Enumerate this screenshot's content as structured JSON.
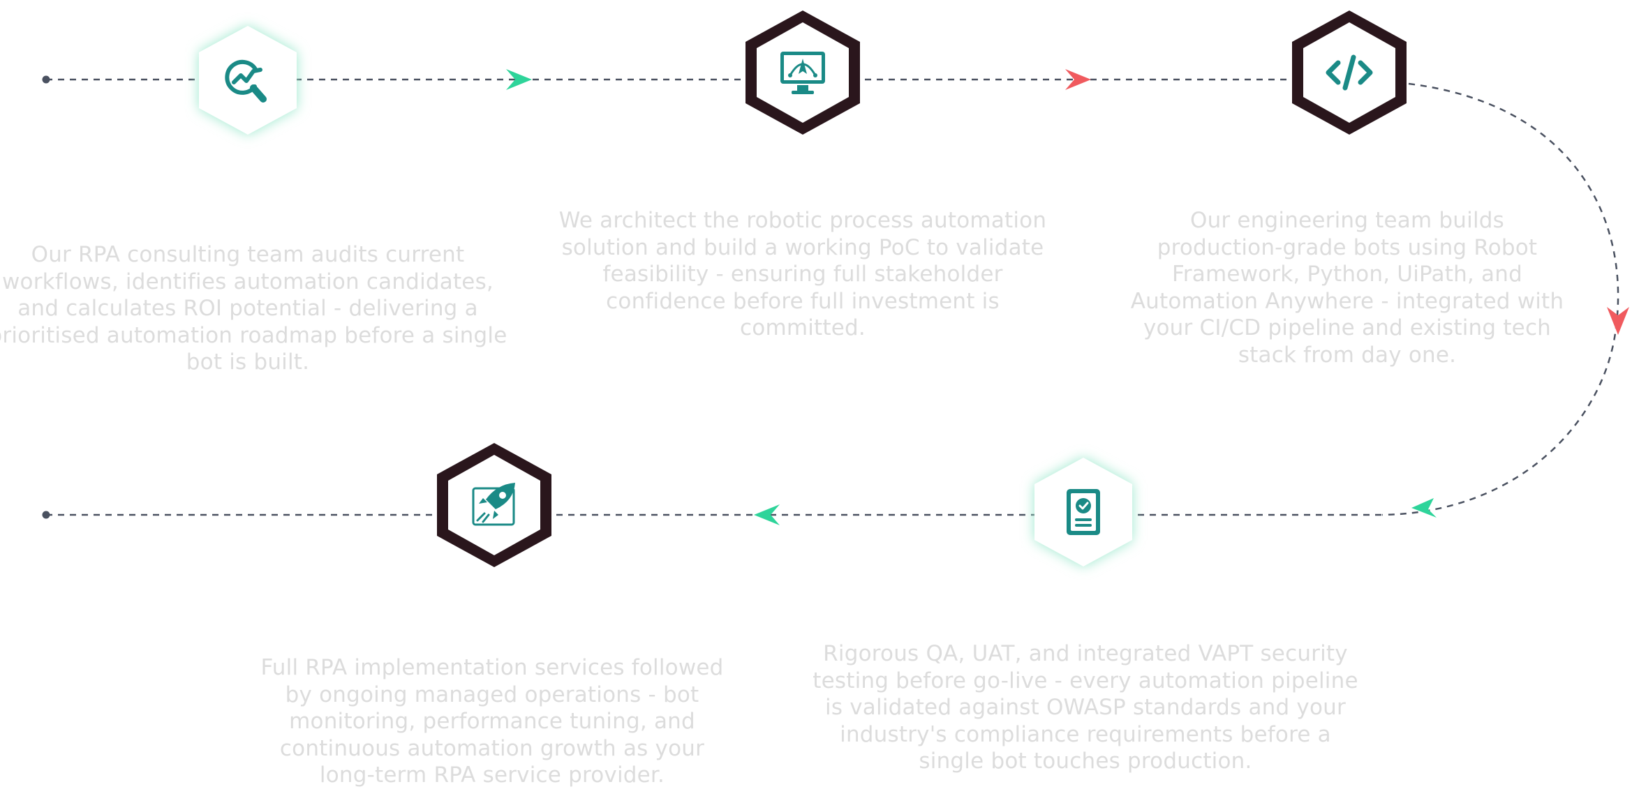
{
  "colors": {
    "line": "#4a5160",
    "accent_green": "#2ed49a",
    "accent_red": "#f05a5e",
    "icon_teal": "#1a8a86",
    "hex_dark": "#2a161c",
    "hex_glow": "#a8f0d6",
    "text_faded": "#dcdcdc"
  },
  "steps": [
    {
      "icon": "analysis-chart-magnifier-icon",
      "style": "glow",
      "description": "Our RPA consulting team audits current workflows, identifies automation candidates, and calculates ROI potential - delivering a prioritised automation roadmap before a single bot is built."
    },
    {
      "icon": "design-monitor-pen-icon",
      "style": "dark",
      "description": "We architect the robotic process automation solution and build a working PoC to validate feasibility - ensuring full stakeholder confidence before full investment is committed."
    },
    {
      "icon": "code-brackets-icon",
      "style": "dark",
      "description": "Our engineering team builds production-grade bots using Robot Framework, Python, UiPath, and Automation Anywhere - integrated with your CI/CD pipeline and existing tech stack from day one."
    },
    {
      "icon": "secure-document-badge-icon",
      "style": "glow",
      "description": "Rigorous QA, UAT, and integrated VAPT security testing before go-live - every automation pipeline is validated against OWASP standards and your industry's compliance requirements before a single bot touches production."
    },
    {
      "icon": "rocket-launch-icon",
      "style": "dark",
      "description": "Full RPA implementation services followed by ongoing managed operations - bot monitoring, performance tuning, and continuous automation growth as your long-term RPA service provider."
    }
  ]
}
